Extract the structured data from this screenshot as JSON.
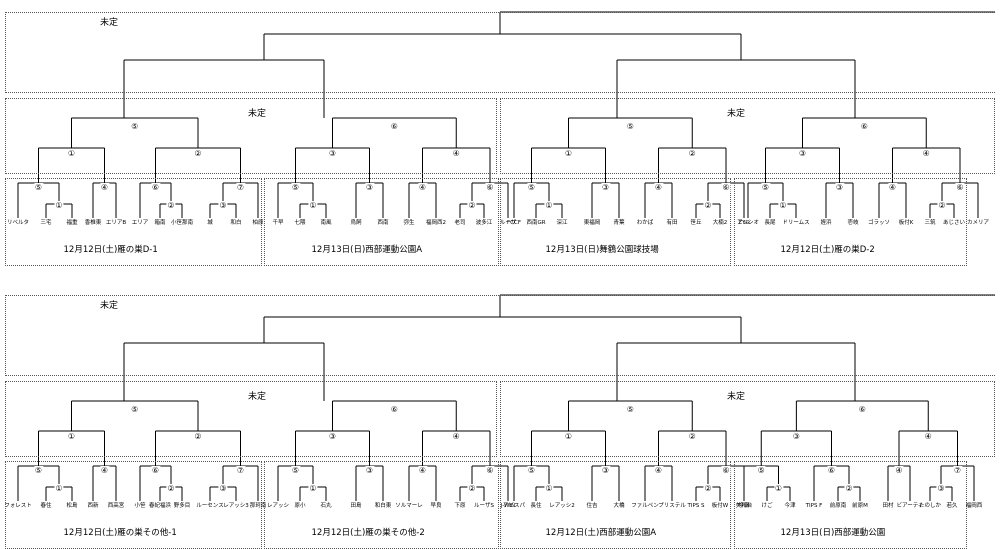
{
  "undecided_label": "未定",
  "halves": [
    {
      "top_label": "未定",
      "groups": [
        {
          "mid_label": "未定",
          "venue": "12月12日(土)雁の巣D-1",
          "final": "⑤",
          "semis": [
            "①",
            "②"
          ],
          "quarters": [
            "⑤",
            "④",
            "⑥",
            "⑦"
          ],
          "seeds": [
            "①",
            "②",
            "③"
          ],
          "teams": [
            "リベルタ",
            "三宅",
            "福重",
            "香椎東",
            "エリアB",
            "エリア",
            "箱南",
            "小笹那南",
            "城",
            "和白",
            "柏原"
          ]
        },
        {
          "mid_label": "未定",
          "venue": "12月13日(日)西部運動公園A",
          "final": "⑥",
          "semis": [
            "③",
            "④"
          ],
          "quarters": [
            "⑤",
            "③",
            "④",
            "⑥"
          ],
          "seeds": [
            "①",
            "②"
          ],
          "teams": [
            "千早",
            "七隈",
            "南風",
            "烏飼",
            "西南",
            "弥生",
            "福岡西2",
            "老司",
            "波多江",
            "ルーザ"
          ]
        },
        {
          "mid_label": "未定",
          "venue": "12月13日(日)舞鶴公園球技場",
          "final": "⑤",
          "semis": [
            "①",
            "②"
          ],
          "quarters": [
            "⑤",
            "③",
            "④",
            "⑥"
          ],
          "seeds": [
            "①",
            "②"
          ],
          "teams": [
            "FCCF",
            "西南GR",
            "深江",
            "東福岡",
            "青葉",
            "わかば",
            "有田",
            "笹丘",
            "大楠2",
            "ZYG"
          ]
        },
        {
          "mid_label": "未定",
          "venue": "12月12日(土)雁の巣D-2",
          "final": "⑥",
          "semis": [
            "③",
            "④"
          ],
          "quarters": [
            "⑤",
            "③",
            "④",
            "⑥"
          ],
          "seeds": [
            "①",
            "②"
          ],
          "teams": [
            "アレシオ",
            "長尾",
            "ドリームス",
            "姪浜",
            "壱岐",
            "ゴラッソ",
            "板付K",
            "三筑",
            "あじさい",
            "カメリア"
          ]
        }
      ]
    },
    {
      "top_label": "未定",
      "groups": [
        {
          "mid_label": "未定",
          "venue": "12月12日(土)雁の巣その他-1",
          "final": "⑤",
          "semis": [
            "①",
            "②"
          ],
          "quarters": [
            "⑤",
            "④",
            "⑥",
            "⑦"
          ],
          "seeds": [
            "①",
            "②",
            "③"
          ],
          "teams": [
            "フォレスト",
            "春住",
            "松島",
            "西新",
            "西高宮",
            "小笹",
            "春紀福浜",
            "野多目",
            "ルーセンス",
            "レアッシ3",
            "那珂南"
          ]
        },
        {
          "mid_label": "未定",
          "venue": "12月12日(土)雁の巣その他-2",
          "final": "⑥",
          "semis": [
            "③",
            "④"
          ],
          "quarters": [
            "⑤",
            "③",
            "④",
            "⑥"
          ],
          "seeds": [
            "①",
            "②"
          ],
          "teams": [
            "レアッシ",
            "原小",
            "石丸",
            "田島",
            "和白東",
            "ソルマーレ",
            "早良",
            "下原",
            "ルーザS",
            "J-WIN"
          ]
        },
        {
          "mid_label": "未定",
          "venue": "12月12日(土)西部運動公園A",
          "final": "⑤",
          "semis": [
            "①",
            "②"
          ],
          "quarters": [
            "⑤",
            "③",
            "④",
            "⑥"
          ],
          "seeds": [
            "①",
            "②"
          ],
          "teams": [
            "アビスパ",
            "長住",
            "レアッシ2",
            "住吉",
            "大橋",
            "ファルペン",
            "プリステル",
            "TIPS S",
            "板付W",
            "今宿"
          ]
        },
        {
          "mid_label": "未定",
          "venue": "12月13日(日)西部運動公園",
          "final": "⑥",
          "semis": [
            "③",
            "④"
          ],
          "quarters": [
            "⑤",
            "⑥",
            "④",
            "⑦"
          ],
          "seeds": [
            "①",
            "②",
            "③"
          ],
          "teams": [
            "美和台",
            "けご",
            "今津",
            "TIPS F",
            "前原南",
            "前原M",
            "田村",
            "ビアーティ",
            "たのしか",
            "若久",
            "福岡西"
          ]
        }
      ]
    }
  ]
}
